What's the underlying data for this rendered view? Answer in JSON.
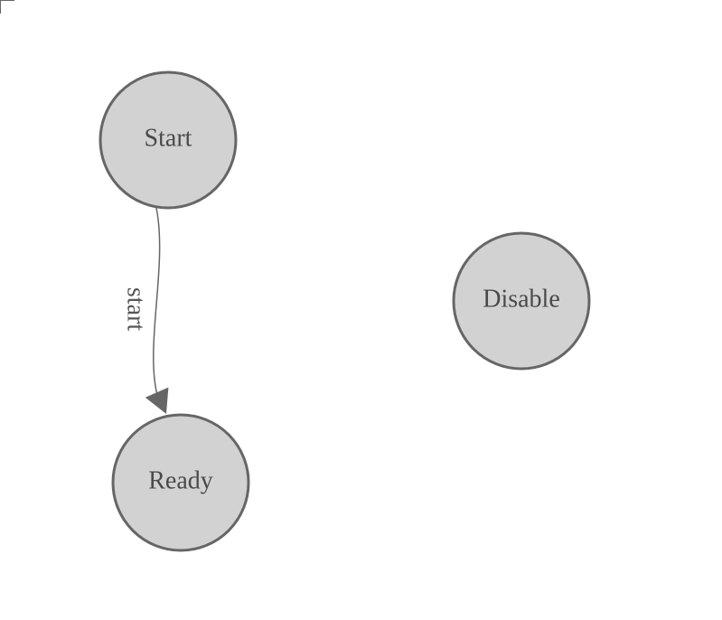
{
  "diagram": {
    "nodes": [
      {
        "id": "start",
        "label": "Start"
      },
      {
        "id": "ready",
        "label": "Ready"
      },
      {
        "id": "disable",
        "label": "Disable"
      }
    ],
    "edges": [
      {
        "from": "start",
        "to": "ready",
        "label": "start"
      }
    ]
  },
  "colors": {
    "background": "#ffffff",
    "node_fill": "#d2d2d2",
    "node_stroke": "#666666",
    "node_label": "#4a4a4a",
    "edge": "#666666",
    "edge_label": "#555555",
    "corner_mark": "#666666"
  }
}
